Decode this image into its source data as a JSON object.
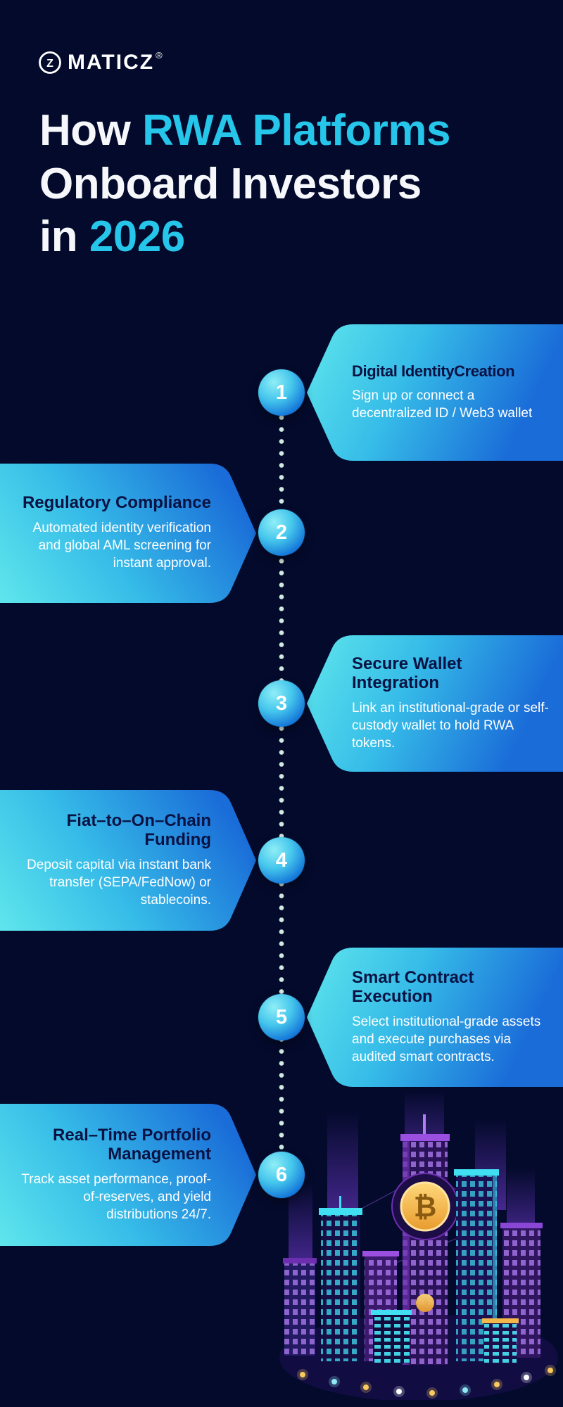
{
  "logo": {
    "brand": "MATICZ",
    "reg": "®",
    "icon_letter": "Z"
  },
  "title": {
    "line1_white": "How ",
    "line1_accent": "RWA Platforms",
    "line2_white": "Onboard Investors",
    "line3_white": "in ",
    "line3_accent": "2026"
  },
  "steps": [
    {
      "num": "1",
      "side": "right",
      "title": "Digital IdentityCreation",
      "body": "Sign up  or connect a decentralized ID  / Web3 wallet"
    },
    {
      "num": "2",
      "side": "left",
      "title": "Regulatory Compliance",
      "body": "Automated identity verification and global AML screening for instant approval."
    },
    {
      "num": "3",
      "side": "right",
      "title": "Secure Wallet Integration",
      "body": "Link an institutional-grade or self-custody wallet to hold RWA tokens."
    },
    {
      "num": "4",
      "side": "left",
      "title": "Fiat–to–On–Chain Funding",
      "body": "Deposit capital via instant bank transfer (SEPA/FedNow) or stablecoins."
    },
    {
      "num": "5",
      "side": "right",
      "title": "Smart Contract Execution",
      "body": "Select institutional-grade assets and execute purchases via audited smart contracts."
    },
    {
      "num": "6",
      "side": "left",
      "title": "Real–Time Portfolio Management",
      "body": "Track asset performance, proof-of-reserves, and yield distributions 24/7."
    }
  ],
  "illustration": {
    "coin_symbol": "₿"
  },
  "colors": {
    "background": "#040a2c",
    "accent_cyan": "#26c5ea",
    "card_gradient_start": "#5fe6ec",
    "card_gradient_end": "#1a6cd8",
    "card_title": "#0a1243",
    "body_text": "#ffffff",
    "timeline_dot": "#cfeadf",
    "node_blue": "#1273d8",
    "coin_gold": "#f2b84b",
    "city_purple": "#6d2fb0",
    "city_cyan": "#41dff2"
  }
}
